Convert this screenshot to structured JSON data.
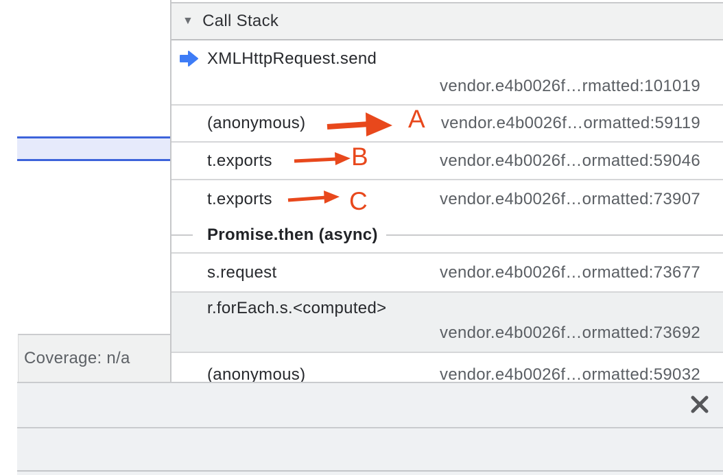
{
  "left_panel": {
    "coverage_label": "Coverage: n/a"
  },
  "call_stack": {
    "header": {
      "collapse_glyph": "▼",
      "title": "Call Stack"
    },
    "frames": [
      {
        "name": "XMLHttpRequest.send",
        "location": "vendor.e4b0026f…rmatted:101019",
        "current": true
      },
      {
        "name": "(anonymous)",
        "location": "vendor.e4b0026f…ormatted:59119",
        "annotation": "A"
      },
      {
        "name": "t.exports",
        "location": "vendor.e4b0026f…ormatted:59046",
        "annotation": "B"
      },
      {
        "name": "t.exports",
        "location": "vendor.e4b0026f…ormatted:73907",
        "annotation": "C"
      },
      {
        "name": "Promise.then (async)",
        "type": "async-separator"
      },
      {
        "name": "s.request",
        "location": "vendor.e4b0026f…ormatted:73677"
      },
      {
        "name": "r.forEach.s.<computed>",
        "location": "vendor.e4b0026f…ormatted:73692",
        "highlighted": true
      },
      {
        "name": "(anonymous)",
        "location": "vendor.e4b0026f…ormatted:59032"
      }
    ]
  },
  "annotations": {
    "a": "A",
    "b": "B",
    "c": "C"
  },
  "colors": {
    "annotation_red": "#e8481c",
    "execution_arrow_blue": "#3e7cf6",
    "selected_line_border": "#3d63da",
    "selected_line_fill": "#e6eafb",
    "highlighted_row_bg": "#eef0f1",
    "panel_header_bg": "#f1f2f2",
    "location_text": "#5b5f64"
  }
}
